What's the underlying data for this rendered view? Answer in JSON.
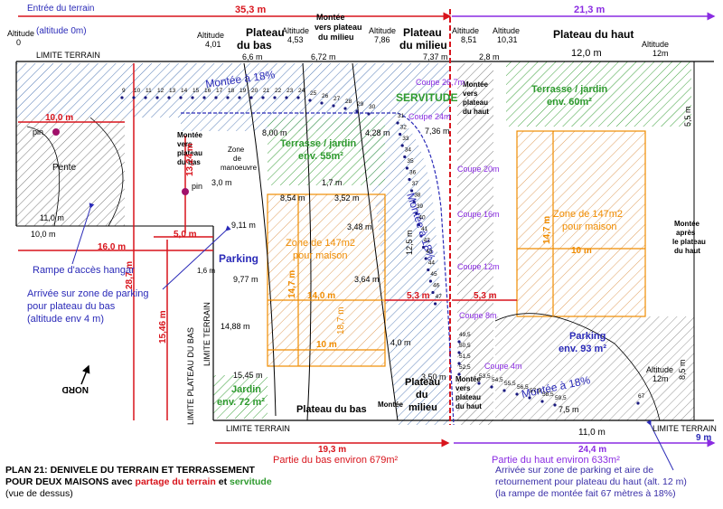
{
  "top": {
    "entree": "Entrée du terrain",
    "entree_alt": "(altitude 0m)",
    "dim_bas": "35,3 m",
    "dim_haut": "21,3 m"
  },
  "altitudes": [
    {
      "label": "Altitude",
      "value": "0"
    },
    {
      "label": "Altitude",
      "value": "4,01"
    },
    {
      "label": "Altitude",
      "value": "4,53"
    },
    {
      "label": "Altitude",
      "value": "7,86"
    },
    {
      "label": "Altitude",
      "value": "8,51"
    },
    {
      "label": "Altitude",
      "value": "10,31"
    },
    {
      "label": "Altitude",
      "value": "12m"
    },
    {
      "label": "Altitude",
      "value": "12m"
    }
  ],
  "headers": {
    "plateau_bas": [
      "Plateau",
      "du bas"
    ],
    "montee_milieu": [
      "Montée",
      "vers plateau",
      "du milieu"
    ],
    "plateau_milieu": [
      "Plateau",
      "du milieu"
    ],
    "plateau_haut": "Plateau du haut"
  },
  "limits": {
    "top": "LIMITE TERRAIN",
    "bottom_left": "LIMITE TERRAIN",
    "bottom_right": "LIMITE TERRAIN",
    "plateau_bas": "LIMITE PLATEAU DU BAS",
    "terrain_side": "LIMITE TERRAIN"
  },
  "areas": {
    "montee18_top": "Montée à 18%",
    "servitude": "SERVITUDE",
    "terrasse_milieu": [
      "Terrasse / jardin",
      "env. 55m²"
    ],
    "terrasse_haut": [
      "Terrasse / jardin",
      "env. 60m²"
    ],
    "zone_bas": [
      "Zone de 147m2",
      "pour maison"
    ],
    "zone_haut": [
      "Zone de 147m2",
      "pour maison"
    ],
    "parking_bas": "Parking",
    "parking_haut": [
      "Parking",
      "env. 93 m²"
    ],
    "jardin_bas": [
      "Jardin",
      "env. 72 m²"
    ],
    "plateau_bas_bottom": "Plateau du bas",
    "plateau_milieu_bottom": [
      "Plateau",
      "du",
      "milieu"
    ],
    "montee_bottom": "Montée",
    "montee_haut_bottom": [
      "Montée",
      "vers",
      "plateau",
      "du haut"
    ],
    "montee18_bottom": "Montée à 18%",
    "montee18_diag": "Montée à 18%",
    "montee_plateau_bas": [
      "Montée",
      "vers",
      "plateau",
      "du bas"
    ],
    "montee_plateau_haut": [
      "Montée",
      "vers",
      "plateau",
      "du haut"
    ],
    "montee_apres": [
      "Montée",
      "après",
      "le plateau",
      "du haut"
    ],
    "zone_manoeuvre": [
      "Zone",
      "de",
      "manoeuvre"
    ],
    "pente": "Pente",
    "nord": "NORD",
    "pin1": "pin",
    "pin2": "pin"
  },
  "coupes": [
    "Coupe 26,7m",
    "Coupe 24m",
    "Coupe 20m",
    "Coupe 16m",
    "Coupe 12m",
    "Coupe 8m",
    "Coupe 4m"
  ],
  "dims": {
    "d_6_6": "6,6 m",
    "d_6_72": "6,72 m",
    "d_7_37": "7,37 m",
    "d_2_8": "2,8 m",
    "d_12_0": "12,0 m",
    "d_10_0": "10,0 m",
    "d_16_0": "16,0 m",
    "d_5_0": "5,0 m",
    "d_13_24": "13,24 m",
    "d_28_7": "28,7 m",
    "d_15_46": "15,46 m",
    "d_14_0": "14,0 m",
    "d_5_3a": "5,3 m",
    "d_5_3b": "5,3 m",
    "d_14_7a": "14,7 m",
    "d_14_7b": "14,7 m",
    "d_10a": "10 m",
    "d_10b": "10 m",
    "d_19_3": "19,3 m",
    "d_24_4": "24,4 m",
    "d_9": "9 m",
    "d_11_0": "11,0 m",
    "d_7_5": "7,5 m",
    "d_4_0": "4,0 m",
    "d_3_50": "3,50 m",
    "d_8_54": "8,54 m",
    "d_3_52": "3,52 m",
    "d_9_11": "9,11 m",
    "d_3_48": "3,48 m",
    "d_9_77": "9,77 m",
    "d_3_64": "3,64 m",
    "d_14_88": "14,88 m",
    "d_15_45": "15,45 m",
    "d_8_00": "8,00 m",
    "d_4_28": "4,28 m",
    "d_7_36": "7,36 m",
    "d_1_7": "1,7 m",
    "d_12_5": "12,5 m",
    "d_18_7": "18,7 m",
    "d_11_0b": "11,0 m",
    "d_10_0b": "10,0 m",
    "d_3_0": "3,0 m",
    "d_5_5": "5,5 m",
    "d_8_5": "8,5 m",
    "d_1_6": "1,6 m"
  },
  "ramp_numbers_top": [
    "9",
    "10",
    "11",
    "12",
    "13",
    "14",
    "15",
    "16",
    "17",
    "18",
    "19",
    "20",
    "21",
    "22",
    "23",
    "24",
    "25",
    "26",
    "27",
    "28",
    "29",
    "30"
  ],
  "ramp_numbers_diag": [
    "31",
    "32",
    "33",
    "34",
    "35",
    "36",
    "37",
    "38",
    "39",
    "40",
    "41",
    "42",
    "43",
    "44",
    "45",
    "46",
    "47"
  ],
  "ramp_numbers_low": [
    "49,5",
    "50,5",
    "51,5",
    "52,5",
    "53,5",
    "54,5",
    "55,5",
    "56,5",
    "57,5",
    "58,5",
    "59,5",
    "67"
  ],
  "labels": {
    "rampe_hangar": "Rampe d'accès hangar",
    "arrivee_bas": [
      "Arrivée sur zone de parking",
      "pour plateau du bas",
      "(altitude env 4 m)"
    ],
    "partie_bas": "Partie du bas environ 679m²",
    "partie_haut": "Partie du haut environ 633m²"
  },
  "title": {
    "line1": "PLAN 21: DENIVELE DU TERRAIN ET TERRASSEMENT",
    "line2_a": "POUR DEUX MAISONS avec ",
    "line2_b": "partage du terrain",
    "line2_c": " et ",
    "line2_d": "servitude",
    "line3": "(vue de dessus)"
  },
  "note_haut": [
    "Arrivée sur zone de parking et aire de",
    "retournement pour plateau du haut (alt. 12 m)",
    "(la rampe de montée fait 67 mètres à 18%)"
  ],
  "colors": {
    "red": "#d8141c",
    "purple": "#8a2be2",
    "blue": "#2a2ab8",
    "green": "#2e9a2e",
    "orange": "#f08c00",
    "hatch_blue": "#5078b4",
    "hatch_green": "#3aa03a",
    "hatch_orange": "#e0a060"
  }
}
